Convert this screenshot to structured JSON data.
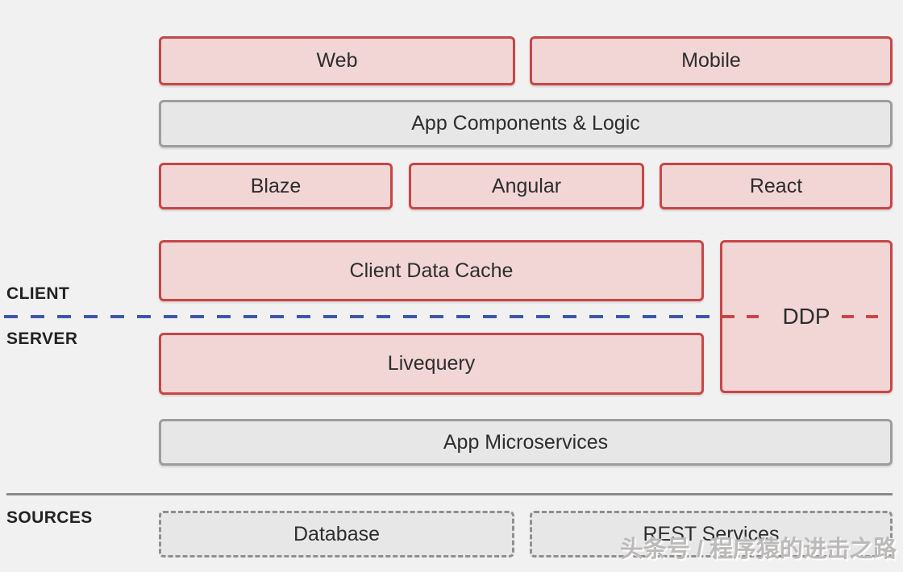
{
  "diagram": {
    "boxes": {
      "web": "Web",
      "mobile": "Mobile",
      "app_components": "App Components & Logic",
      "blaze": "Blaze",
      "angular": "Angular",
      "react": "React",
      "client_data_cache": "Client Data Cache",
      "ddp": "DDP",
      "livequery": "Livequery",
      "app_microservices": "App Microservices",
      "database": "Database",
      "rest_services": "REST Services"
    },
    "zone_labels": {
      "client": "CLIENT",
      "server": "SERVER",
      "sources": "SOURCES"
    },
    "watermark": "头条号 / 程序猿的进击之路"
  },
  "colors": {
    "bg": "#f2f1f1",
    "pink_fill": "#f2d6d6",
    "red_border": "#c84646",
    "gray_fill": "#e8e7e7",
    "gray_border": "#9d9d9d",
    "dash_border": "#8f8f8f",
    "blue": "#3c58a7",
    "divider": "#8a8a8a",
    "text": "#2d2d2d",
    "watermark": "#bcbab9"
  }
}
